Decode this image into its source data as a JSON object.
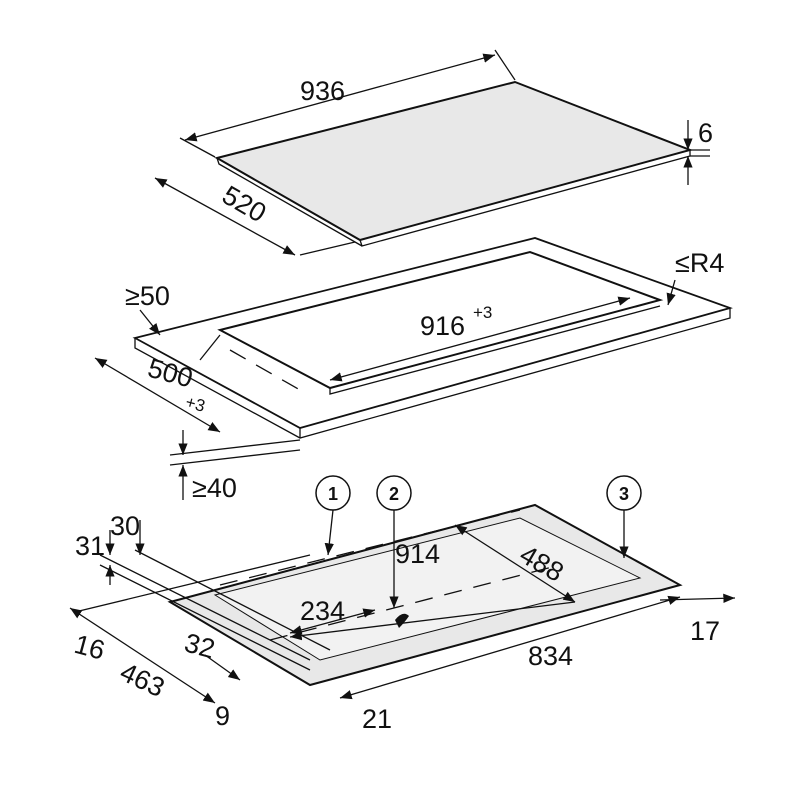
{
  "cooktop": {
    "width": "936",
    "depth": "520",
    "thickness": "6"
  },
  "cutout": {
    "corner_radius": "≤R4",
    "min_front_margin": "≥50",
    "width": "916",
    "width_tol": "+3",
    "depth": "500",
    "depth_tol": "+3",
    "min_worktop": "≥40"
  },
  "underside": {
    "callouts": [
      "1",
      "2",
      "3"
    ],
    "dims": {
      "d30": "30",
      "d31": "31",
      "d914": "914",
      "d488": "488",
      "d234": "234",
      "d16": "16",
      "d32": "32",
      "d17": "17",
      "d834": "834",
      "d463": "463",
      "d9": "9",
      "d21": "21"
    }
  },
  "colors": {
    "surface": "#e8e8e8",
    "line": "#111111"
  }
}
